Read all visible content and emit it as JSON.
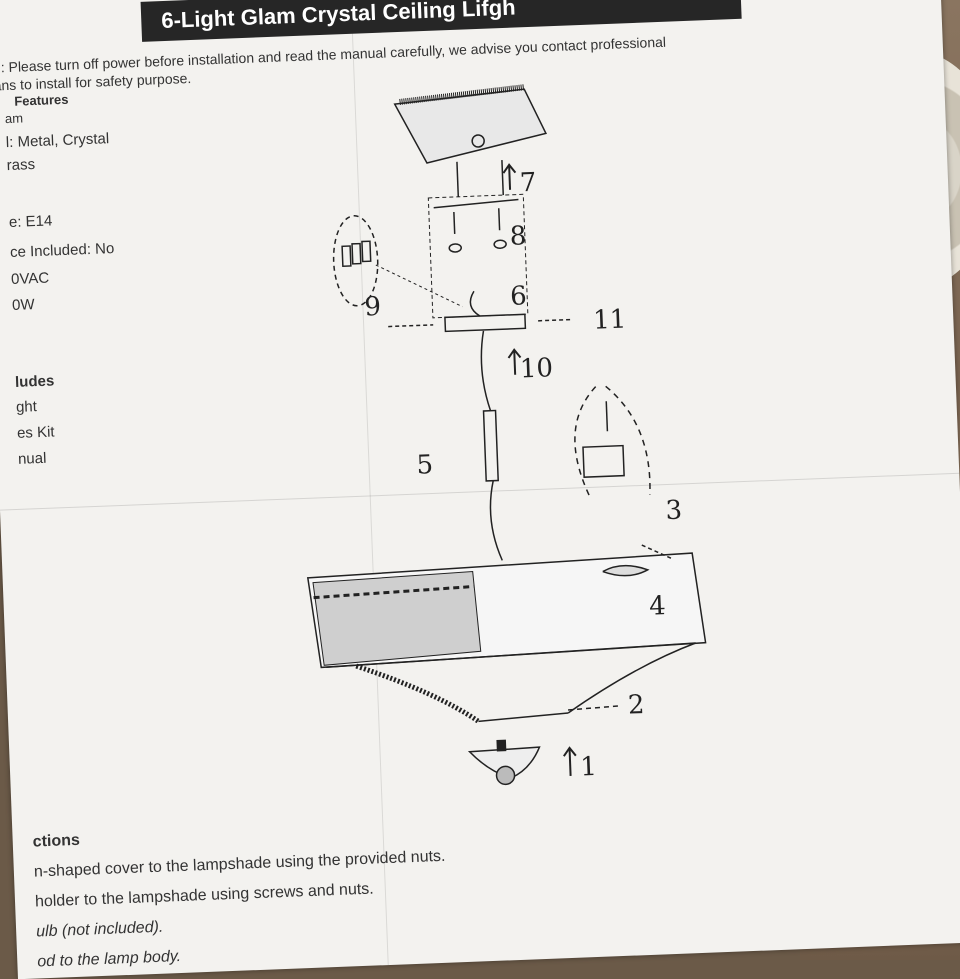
{
  "title": "6-Light Glam Crystal Ceiling Lifgh",
  "warning_line1": "n: Please turn off power before installation and read the manual carefully, we advise you contact professional",
  "warning_line2": "ans to install for safety purpose.",
  "features": {
    "heading": "Features",
    "lines": [
      "am",
      "l: Metal, Crystal",
      "rass",
      "e: E14",
      "ce Included: No",
      "0VAC",
      "0W"
    ]
  },
  "includes": {
    "heading": "ludes",
    "lines": [
      "ght",
      "es Kit",
      "nual"
    ]
  },
  "instructions": {
    "heading": "ctions",
    "lines": [
      "n-shaped cover to the lampshade using the provided nuts.",
      "holder to the lampshade using screws and nuts.",
      "ulb (not included).",
      "od to the lamp body."
    ]
  },
  "steps": [
    "1",
    "2",
    "3",
    "4",
    "5",
    "6",
    "7",
    "8",
    "9",
    "10",
    "11"
  ]
}
